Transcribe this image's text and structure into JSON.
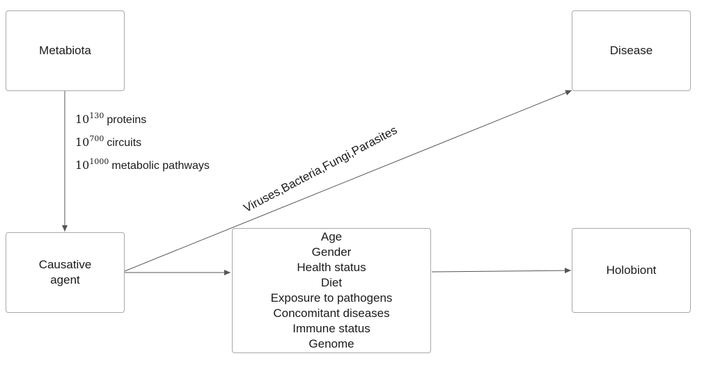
{
  "nodes": {
    "metabiota": "Metabiota",
    "disease": "Disease",
    "causative_agent": "Causative\nagent",
    "holobiont": "Holobiont",
    "factors": [
      "Age",
      "Gender",
      "Health status",
      "Diet",
      "Exposure to pathogens",
      "Concomitant diseases",
      "Immune status",
      "Genome"
    ]
  },
  "stats": [
    {
      "base": "10",
      "exponent": "130",
      "label": "proteins"
    },
    {
      "base": "10",
      "exponent": "700",
      "label": "circuits"
    },
    {
      "base": "10",
      "exponent": "1000",
      "label": "metabolic pathways"
    }
  ],
  "edge_label": "Viruses,Bacteria,Fungi,Parasites",
  "colors": {
    "line": "#555555",
    "border": "#a8a8a8"
  }
}
